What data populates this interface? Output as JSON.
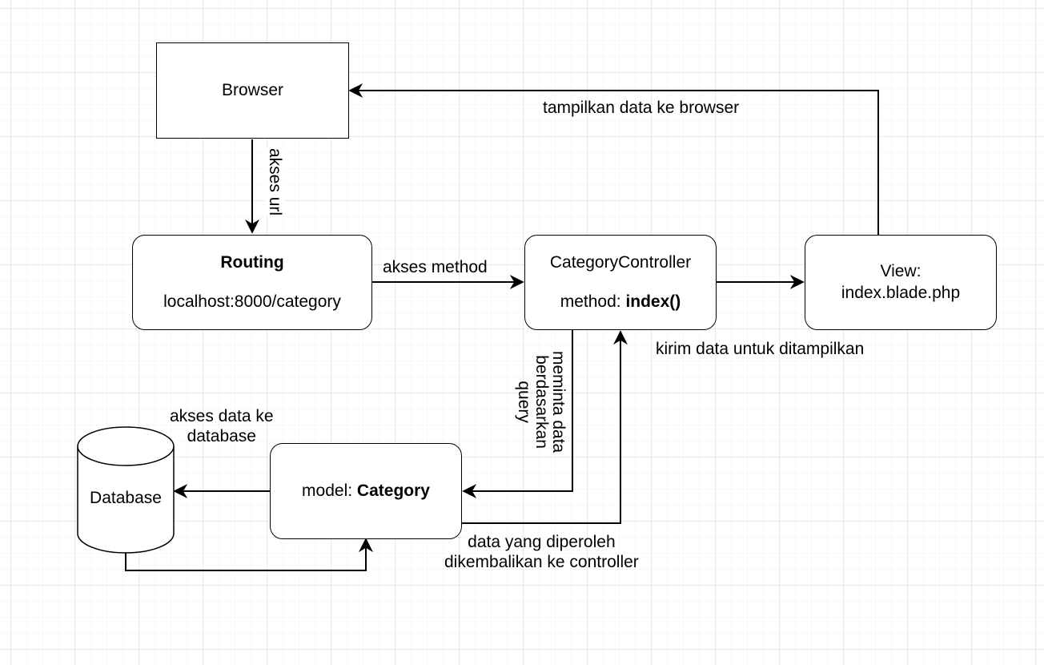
{
  "nodes": {
    "browser": {
      "label": "Browser"
    },
    "routing": {
      "title": "Routing",
      "url": "localhost:8000/category"
    },
    "controller": {
      "title": "CategoryController",
      "method_prefix": "method: ",
      "method_name": "index()"
    },
    "view": {
      "line1": "View:",
      "line2": "index.blade.php"
    },
    "model": {
      "prefix": "model: ",
      "name": "Category"
    },
    "database": {
      "label": "Database"
    }
  },
  "edges": {
    "browser_to_routing": "akses url",
    "routing_to_controller": "akses method",
    "view_to_browser": "tampilkan data ke browser",
    "controller_to_view": "kirim data untuk ditampilkan",
    "controller_to_model": [
      "meminta data",
      "berdasarkan",
      "query"
    ],
    "model_to_database": [
      "akses data ke",
      "database"
    ],
    "model_to_controller": [
      "data yang diperoleh",
      "dikembalikan ke controller"
    ]
  }
}
